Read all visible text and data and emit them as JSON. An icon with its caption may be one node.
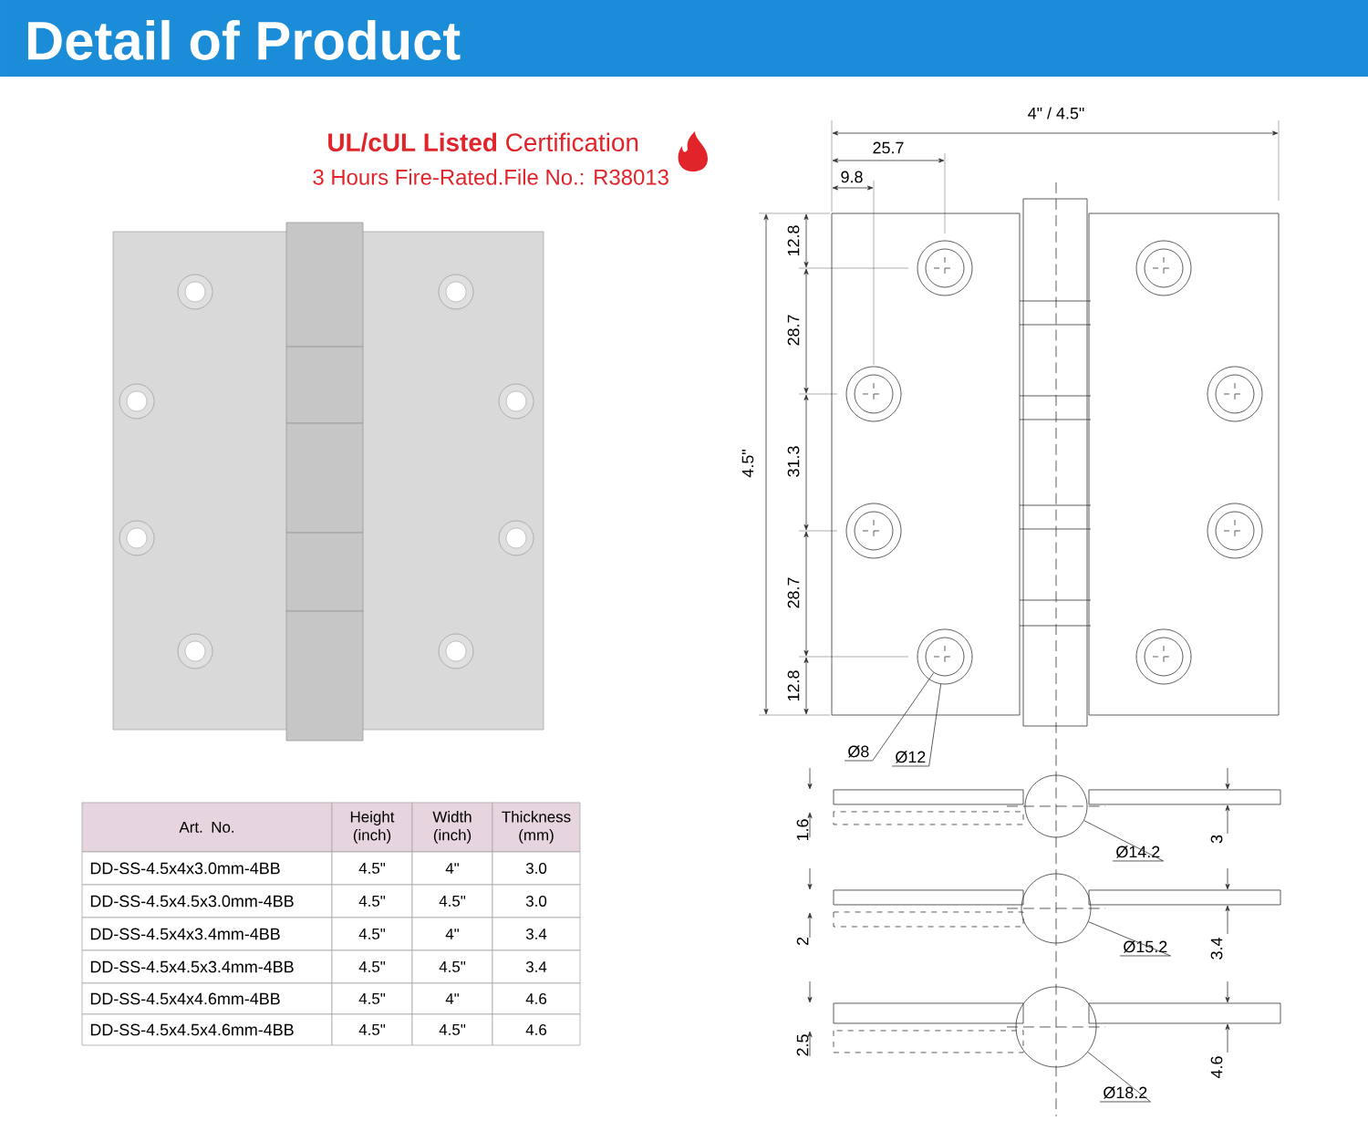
{
  "diagram": {
    "title": "Detail of Product",
    "nodes": [
      {
        "text": [],
        "shape": "circle",
        "in": 1
      },
      {
        "text": [],
        "shape": "circle"
      },
      {
        "text": [
          "Ø8"
        ]
      },
      {
        "text": [
          "Ø12"
        ]
      },
      {
        "text": [],
        "shape": "circle"
      },
      {
        "text": [
          "Ø14.2"
        ]
      },
      {
        "text": [],
        "shape": "circle"
      },
      {
        "text": [
          "Ø15.2"
        ]
      },
      {
        "text": [],
        "shape": "circle"
      },
      {
        "text": [
          "Ø18.2"
        ]
      }
    ],
    "edges": [
      {
        "from": 2,
        "to": 0,
        "arrow": "none"
      },
      {
        "from": 3,
        "to": 1,
        "arrow": "none"
      },
      {
        "from": 5,
        "to": 4,
        "arrow": "none"
      },
      {
        "from": 7,
        "to": 6,
        "arrow": "none"
      },
      {
        "from": 9,
        "to": 8,
        "arrow": "none"
      }
    ],
    "labels": [
      "**UL/cUL Listed** Certification",
      "3 Hours Fire-Rated.File No.: R38013",
      "Art. No.",
      "Height (inch)",
      "Width (inch)",
      "Thickness (mm)",
      "DD-SS-4.5x4x3.0mm-4BB",
      "4.5\"",
      "4\"",
      "3.0",
      "DD-SS-4.5x4.5x3.0mm-4BB",
      "4.5\"",
      "4.5\"",
      "3.0",
      "DD-SS-4.5x4x3.4mm-4BB",
      "4.5\"",
      "4\"",
      "3.4",
      "DD-SS-4.5x4.5x3.4mm-4BB",
      "4.5\"",
      "4.5\"",
      "3.4",
      "DD-SS-4.5x4x4.6mm-4BB",
      "4.5\"",
      "4\"",
      "4.6",
      "DD-SS-4.5x4.5x4.6mm-4BB",
      "4.5\"",
      "4.5\"",
      "4.6",
      "4\" / 4.5\"",
      "25.7",
      "9.8",
      "12.8",
      "28.7",
      "4.5\"",
      "31.3",
      "28.7",
      "12.8",
      "1.6",
      "3",
      "2",
      "3.4",
      "2.5",
      "4.6"
    ]
  }
}
